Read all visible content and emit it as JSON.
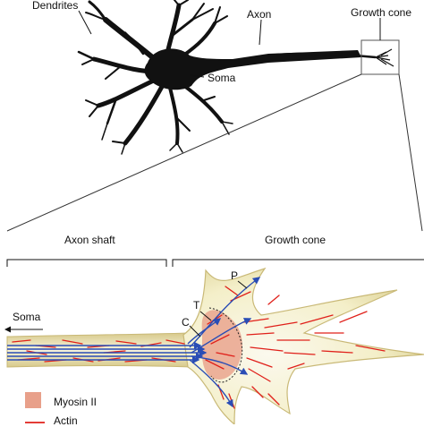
{
  "top": {
    "label_dendrites": "Dendrites",
    "label_axon": "Axon",
    "label_soma": "Soma",
    "label_growth_cone": "Growth cone"
  },
  "bottom": {
    "label_axon_shaft": "Axon shaft",
    "label_growth_cone": "Growth cone",
    "label_soma_arrow": "Soma",
    "label_p": "P",
    "label_t": "T",
    "label_c": "C"
  },
  "legend": {
    "myosin_label": "Myosin II",
    "actin_label": "Actin",
    "myosin_color": "#e8a08a",
    "actin_color": "#e0201a"
  },
  "colors": {
    "neuron": "#111111",
    "growth_cone_fill": "#f3efc8",
    "growth_cone_edge": "#c9b977",
    "microtubule": "#2a4db5",
    "actin": "#e0201a",
    "myosin": "#e8a08a"
  }
}
